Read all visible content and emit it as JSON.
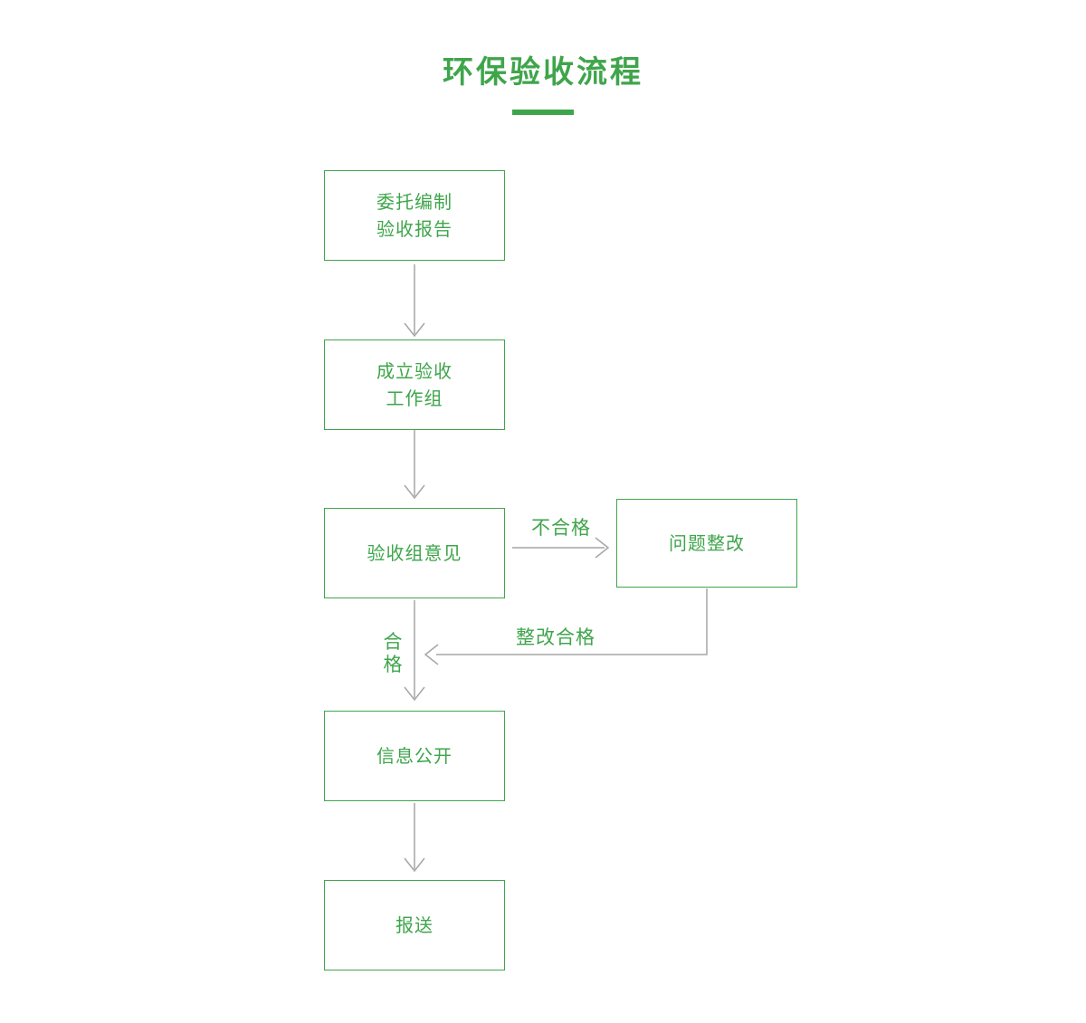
{
  "title": "环保验收流程",
  "boxes": {
    "commission": {
      "line1": "委托编制",
      "line2": "验收报告"
    },
    "workgroup": {
      "line1": "成立验收",
      "line2": "工作组"
    },
    "opinion": {
      "line1": "验收组意见"
    },
    "rectify": {
      "line1": "问题整改"
    },
    "disclosure": {
      "line1": "信息公开"
    },
    "submit": {
      "line1": "报送"
    }
  },
  "edge_labels": {
    "fail": "不合格",
    "pass": "合格",
    "rectified": "整改合格"
  },
  "colors": {
    "accent_green": "#3FA54B",
    "arrow_gray": "#A6A6A6"
  }
}
